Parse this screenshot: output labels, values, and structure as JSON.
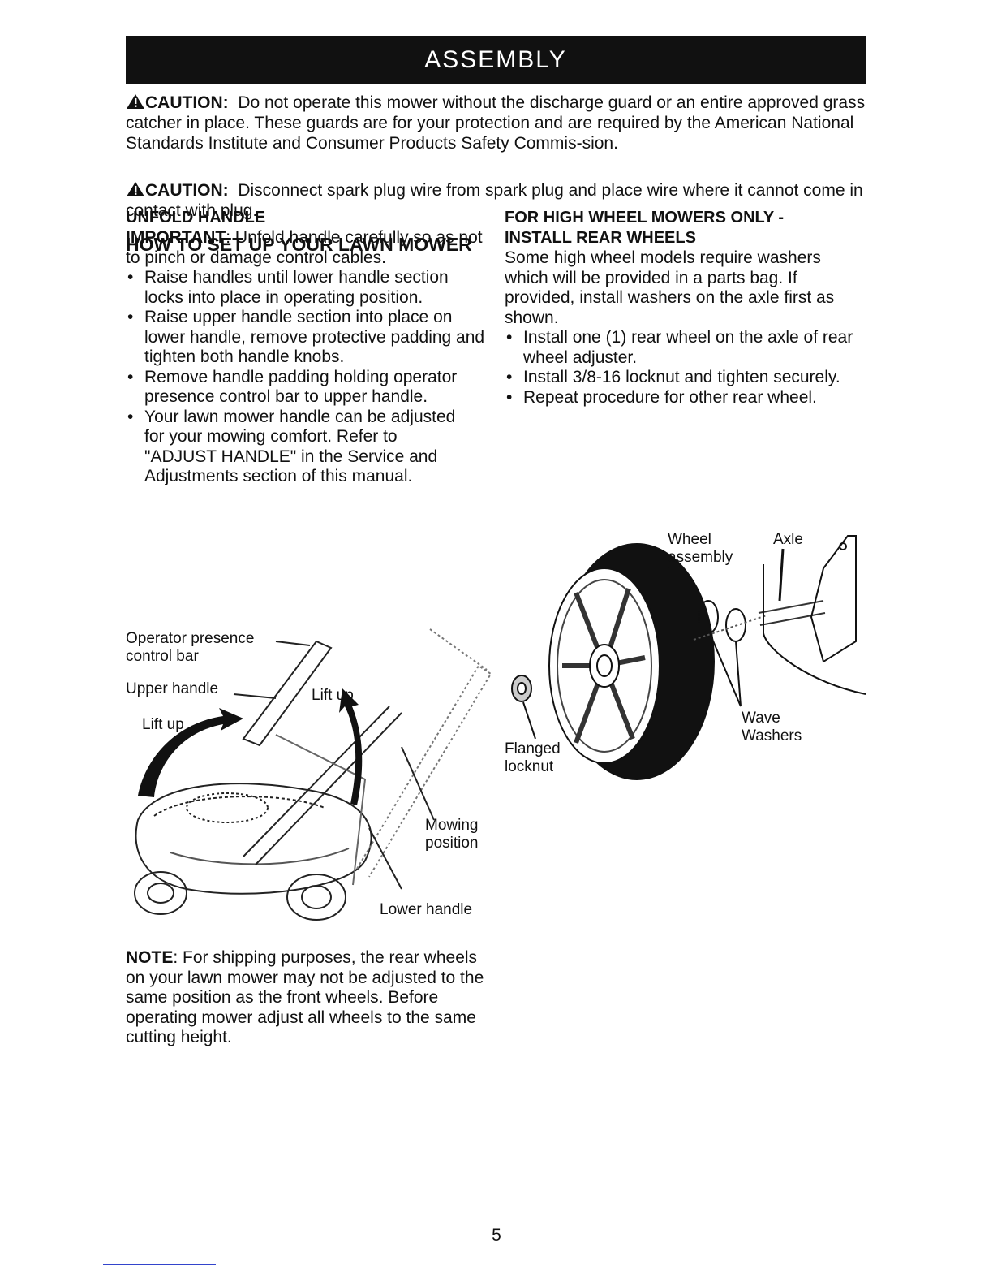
{
  "banner": {
    "title": "ASSEMBLY"
  },
  "cautions": [
    {
      "label": "CAUTION:",
      "text": "Do not operate this mower without the discharge guard or an entire approved grass catcher in place. These guards are for your protection and are required by the American National Standards Institute and Consumer Products Safety Commis-sion."
    },
    {
      "label": "CAUTION:",
      "text": "Disconnect spark plug wire from spark plug and place wire where it cannot come in contact with plug."
    }
  ],
  "section_title": "HOW TO SET UP YOUR LAWN MOWER",
  "left": {
    "heading": "UNFOLD HANDLE",
    "important_label": "IMPORTANT",
    "important_text": ": Unfold handle carefully so as not to pinch or damage control cables.",
    "bullets": [
      "Raise handles until lower handle section locks into place in operating position.",
      "Raise upper handle section into place on lower handle, remove protective padding and tighten both handle knobs.",
      "Remove handle padding holding operator presence control bar to upper handle.",
      "Your lawn mower handle can be adjusted for your mowing comfort. Refer to \"ADJUST HANDLE\" in the Service and Adjustments section of this manual."
    ]
  },
  "right": {
    "heading_line1": "FOR HIGH WHEEL MOWERS ONLY -",
    "heading_line2": "INSTALL REAR WHEELS",
    "intro": "Some high wheel models require washers which will be provided in a parts bag. If provided, install washers on the axle first as shown.",
    "bullets": [
      "Install one (1) rear wheel on the axle of rear wheel adjuster.",
      "Install 3/8-16 locknut and tighten securely.",
      "Repeat procedure for other rear wheel."
    ]
  },
  "mower_figure": {
    "operator_presence": "Operator presence",
    "control_bar": "control bar",
    "upper_handle": "Upper handle",
    "lift_up_left": "Lift up",
    "lift_up_right": "Lift up",
    "mowing": "Mowing",
    "position": "position",
    "lower_handle": "Lower handle"
  },
  "wheel_figure": {
    "wheel": "Wheel",
    "assembly": "assembly",
    "axle": "Axle",
    "wave": "Wave",
    "washers": "Washers",
    "flanged": "Flanged",
    "locknut": "locknut"
  },
  "note": {
    "label": "NOTE",
    "text": ": For shipping purposes, the rear wheels on your lawn mower may not be adjusted to the same position as the front wheels. Before operating mower adjust all wheels to the same cutting height."
  },
  "page_number": "5"
}
